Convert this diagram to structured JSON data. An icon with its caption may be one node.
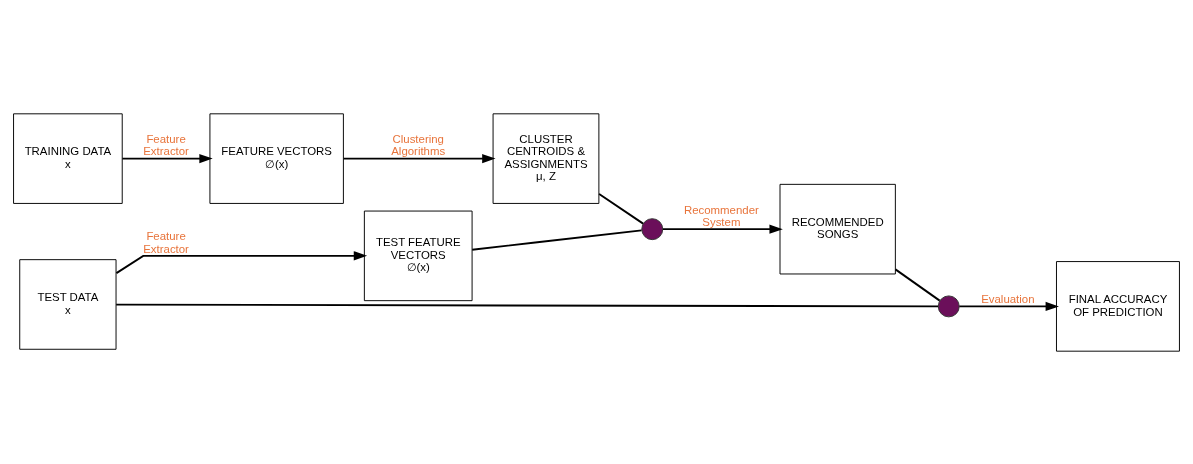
{
  "diagram": {
    "nodes": [
      {
        "text": [
          "TRAINING DATA",
          "x"
        ]
      },
      {
        "text": [
          "FEATURE VECTORS",
          "∅(x)"
        ]
      },
      {
        "text": [
          "CLUSTER CENTROIDS & ASSIGNMENTS",
          "μ, Z"
        ]
      },
      {
        "text": [],
        "shape": "circle"
      },
      {
        "text": [
          "RECOMMENDED SONGS"
        ]
      },
      {
        "text": [
          "TEST FEATURE VECTORS",
          "∅(x)"
        ]
      },
      {
        "text": [
          "TEST DATA",
          "x"
        ]
      },
      {
        "text": [],
        "shape": "circle"
      },
      {
        "text": [
          "FINAL ACCURACY OF PREDICTION"
        ]
      }
    ],
    "edges": [
      {
        "from": 0,
        "to": 1,
        "arrow": "to",
        "label": "Feature Extractor"
      },
      {
        "from": 1,
        "to": 2,
        "arrow": "to",
        "label": "Clustering Algorithms"
      },
      {
        "from": 2,
        "to": 3,
        "arrow": "none"
      },
      {
        "from": 5,
        "to": 3,
        "arrow": "none"
      },
      {
        "from": 3,
        "to": 4,
        "arrow": "to",
        "label": "Recommender System"
      },
      {
        "from": 6,
        "to": 5,
        "arrow": "to",
        "label": "Feature Extractor"
      },
      {
        "from": 4,
        "to": 7,
        "arrow": "none"
      },
      {
        "from": 6,
        "to": 7,
        "arrow": "none"
      },
      {
        "from": 7,
        "to": 8,
        "arrow": "to",
        "label": "Evaluation"
      }
    ]
  }
}
